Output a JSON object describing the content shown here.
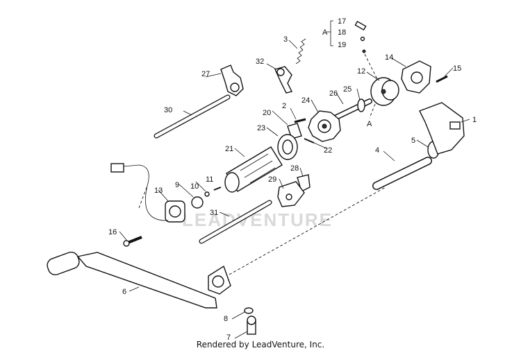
{
  "diagram": {
    "watermark": "LEADVENTURE",
    "footer": "Rendered by LeadVenture, Inc.",
    "group_letter": "A",
    "callouts": {
      "c1": "1",
      "c2": "2",
      "c3": "3",
      "c4": "4",
      "c5": "5",
      "c6": "6",
      "c7": "7",
      "c8": "8",
      "c9": "9",
      "c10": "10",
      "c11": "11",
      "c12": "12",
      "c13": "13",
      "c14": "14",
      "c15": "15",
      "c16": "16",
      "c17": "17",
      "c18": "18",
      "c19": "19",
      "c20": "20",
      "c21": "21",
      "c22": "22",
      "c23": "23",
      "c24": "24",
      "c25": "25",
      "c26": "26",
      "c27": "27",
      "c28": "28",
      "c29": "29",
      "c30": "30",
      "c31": "31",
      "c32": "32"
    }
  }
}
